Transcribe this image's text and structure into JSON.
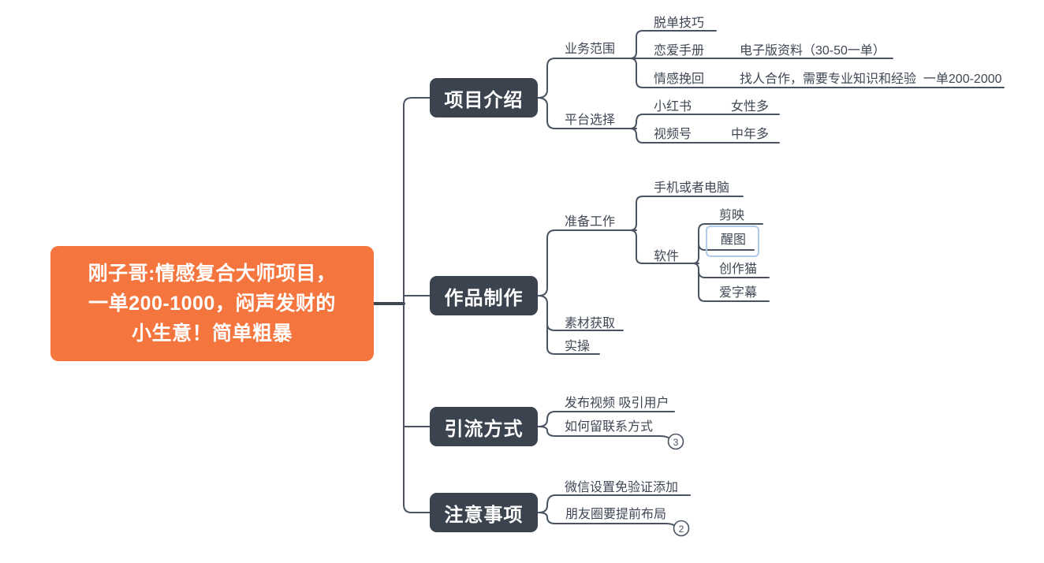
{
  "colors": {
    "root_fill": "#F5753E",
    "main_topic_fill": "#3B434F",
    "connector_line": "#4A5361",
    "label_text": "#3F4754",
    "selection_border": "#AECBEB",
    "topic_text": "#FFFFFF"
  },
  "mindmap": {
    "root": {
      "lines": [
        "刚子哥:情感复合大师项目，",
        "一单200-1000，闷声发财的",
        "小生意！简单粗暴"
      ]
    },
    "branches": [
      {
        "label": "项目介绍",
        "children": [
          {
            "label": "业务范围",
            "children": [
              {
                "label": "脱单技巧"
              },
              {
                "label": "恋爱手册",
                "children": [
                  {
                    "label": "电子版资料（30-50一单）"
                  }
                ]
              },
              {
                "label": "情感挽回",
                "children": [
                  {
                    "label": "找人合作，需要专业知识和经验  一单200-2000"
                  }
                ]
              }
            ]
          },
          {
            "label": "平台选择",
            "children": [
              {
                "label": "小红书",
                "children": [
                  {
                    "label": "女性多"
                  }
                ]
              },
              {
                "label": "视频号",
                "children": [
                  {
                    "label": "中年多"
                  }
                ]
              }
            ]
          }
        ]
      },
      {
        "label": "作品制作",
        "children": [
          {
            "label": "准备工作",
            "children": [
              {
                "label": "手机或者电脑"
              },
              {
                "label": "软件",
                "children": [
                  {
                    "label": "剪映"
                  },
                  {
                    "label": "醒图",
                    "selected": true
                  },
                  {
                    "label": "创作猫"
                  },
                  {
                    "label": "爱字幕"
                  }
                ]
              }
            ]
          },
          {
            "label": "素材获取"
          },
          {
            "label": "实操"
          }
        ]
      },
      {
        "label": "引流方式",
        "children": [
          {
            "label": "发布视频 吸引用户"
          },
          {
            "label": "如何留联系方式",
            "badge": "3"
          }
        ]
      },
      {
        "label": "注意事项",
        "children": [
          {
            "label": "微信设置免验证添加"
          },
          {
            "label": "朋友圈要提前布局",
            "badge": "2"
          }
        ]
      }
    ]
  }
}
